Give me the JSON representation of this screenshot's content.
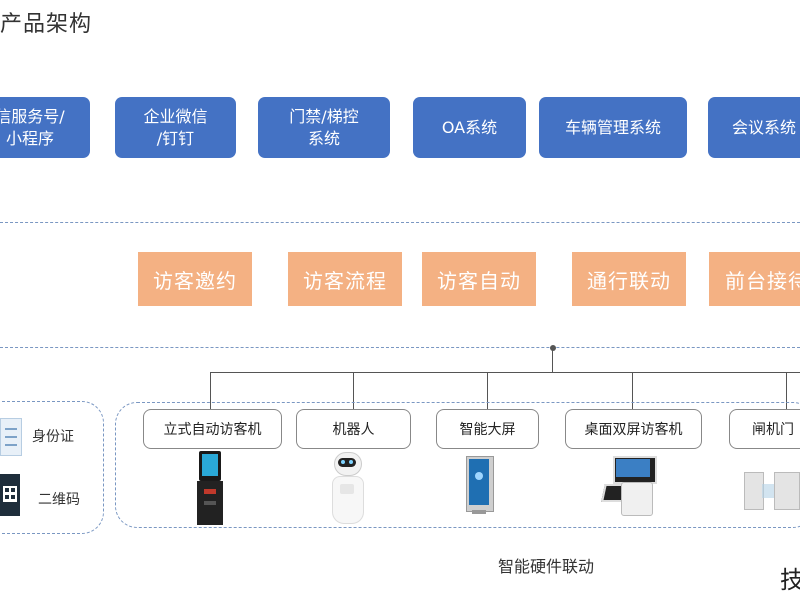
{
  "title": "产品架构",
  "systems": [
    {
      "label": "信服务号/\n小程序"
    },
    {
      "label": "企业微信\n/钉钉"
    },
    {
      "label": "门禁/梯控\n系统"
    },
    {
      "label": "OA系统"
    },
    {
      "label": "车辆管理系统"
    },
    {
      "label": "会议系统"
    }
  ],
  "features": [
    "访客邀约",
    "访客流程",
    "访客自动",
    "通行联动",
    "前台接待"
  ],
  "devices": [
    "立式自动访客机",
    "机器人",
    "智能大屏",
    "桌面双屏访客机",
    "闸机门"
  ],
  "left_group": [
    "身份证",
    "二维码"
  ],
  "hardware_caption": "智能硬件联动",
  "corner_char": "技",
  "colors": {
    "system_blue": "#4472c4",
    "feature_orange": "#f4b183",
    "dash_blue": "#7a97c2"
  }
}
